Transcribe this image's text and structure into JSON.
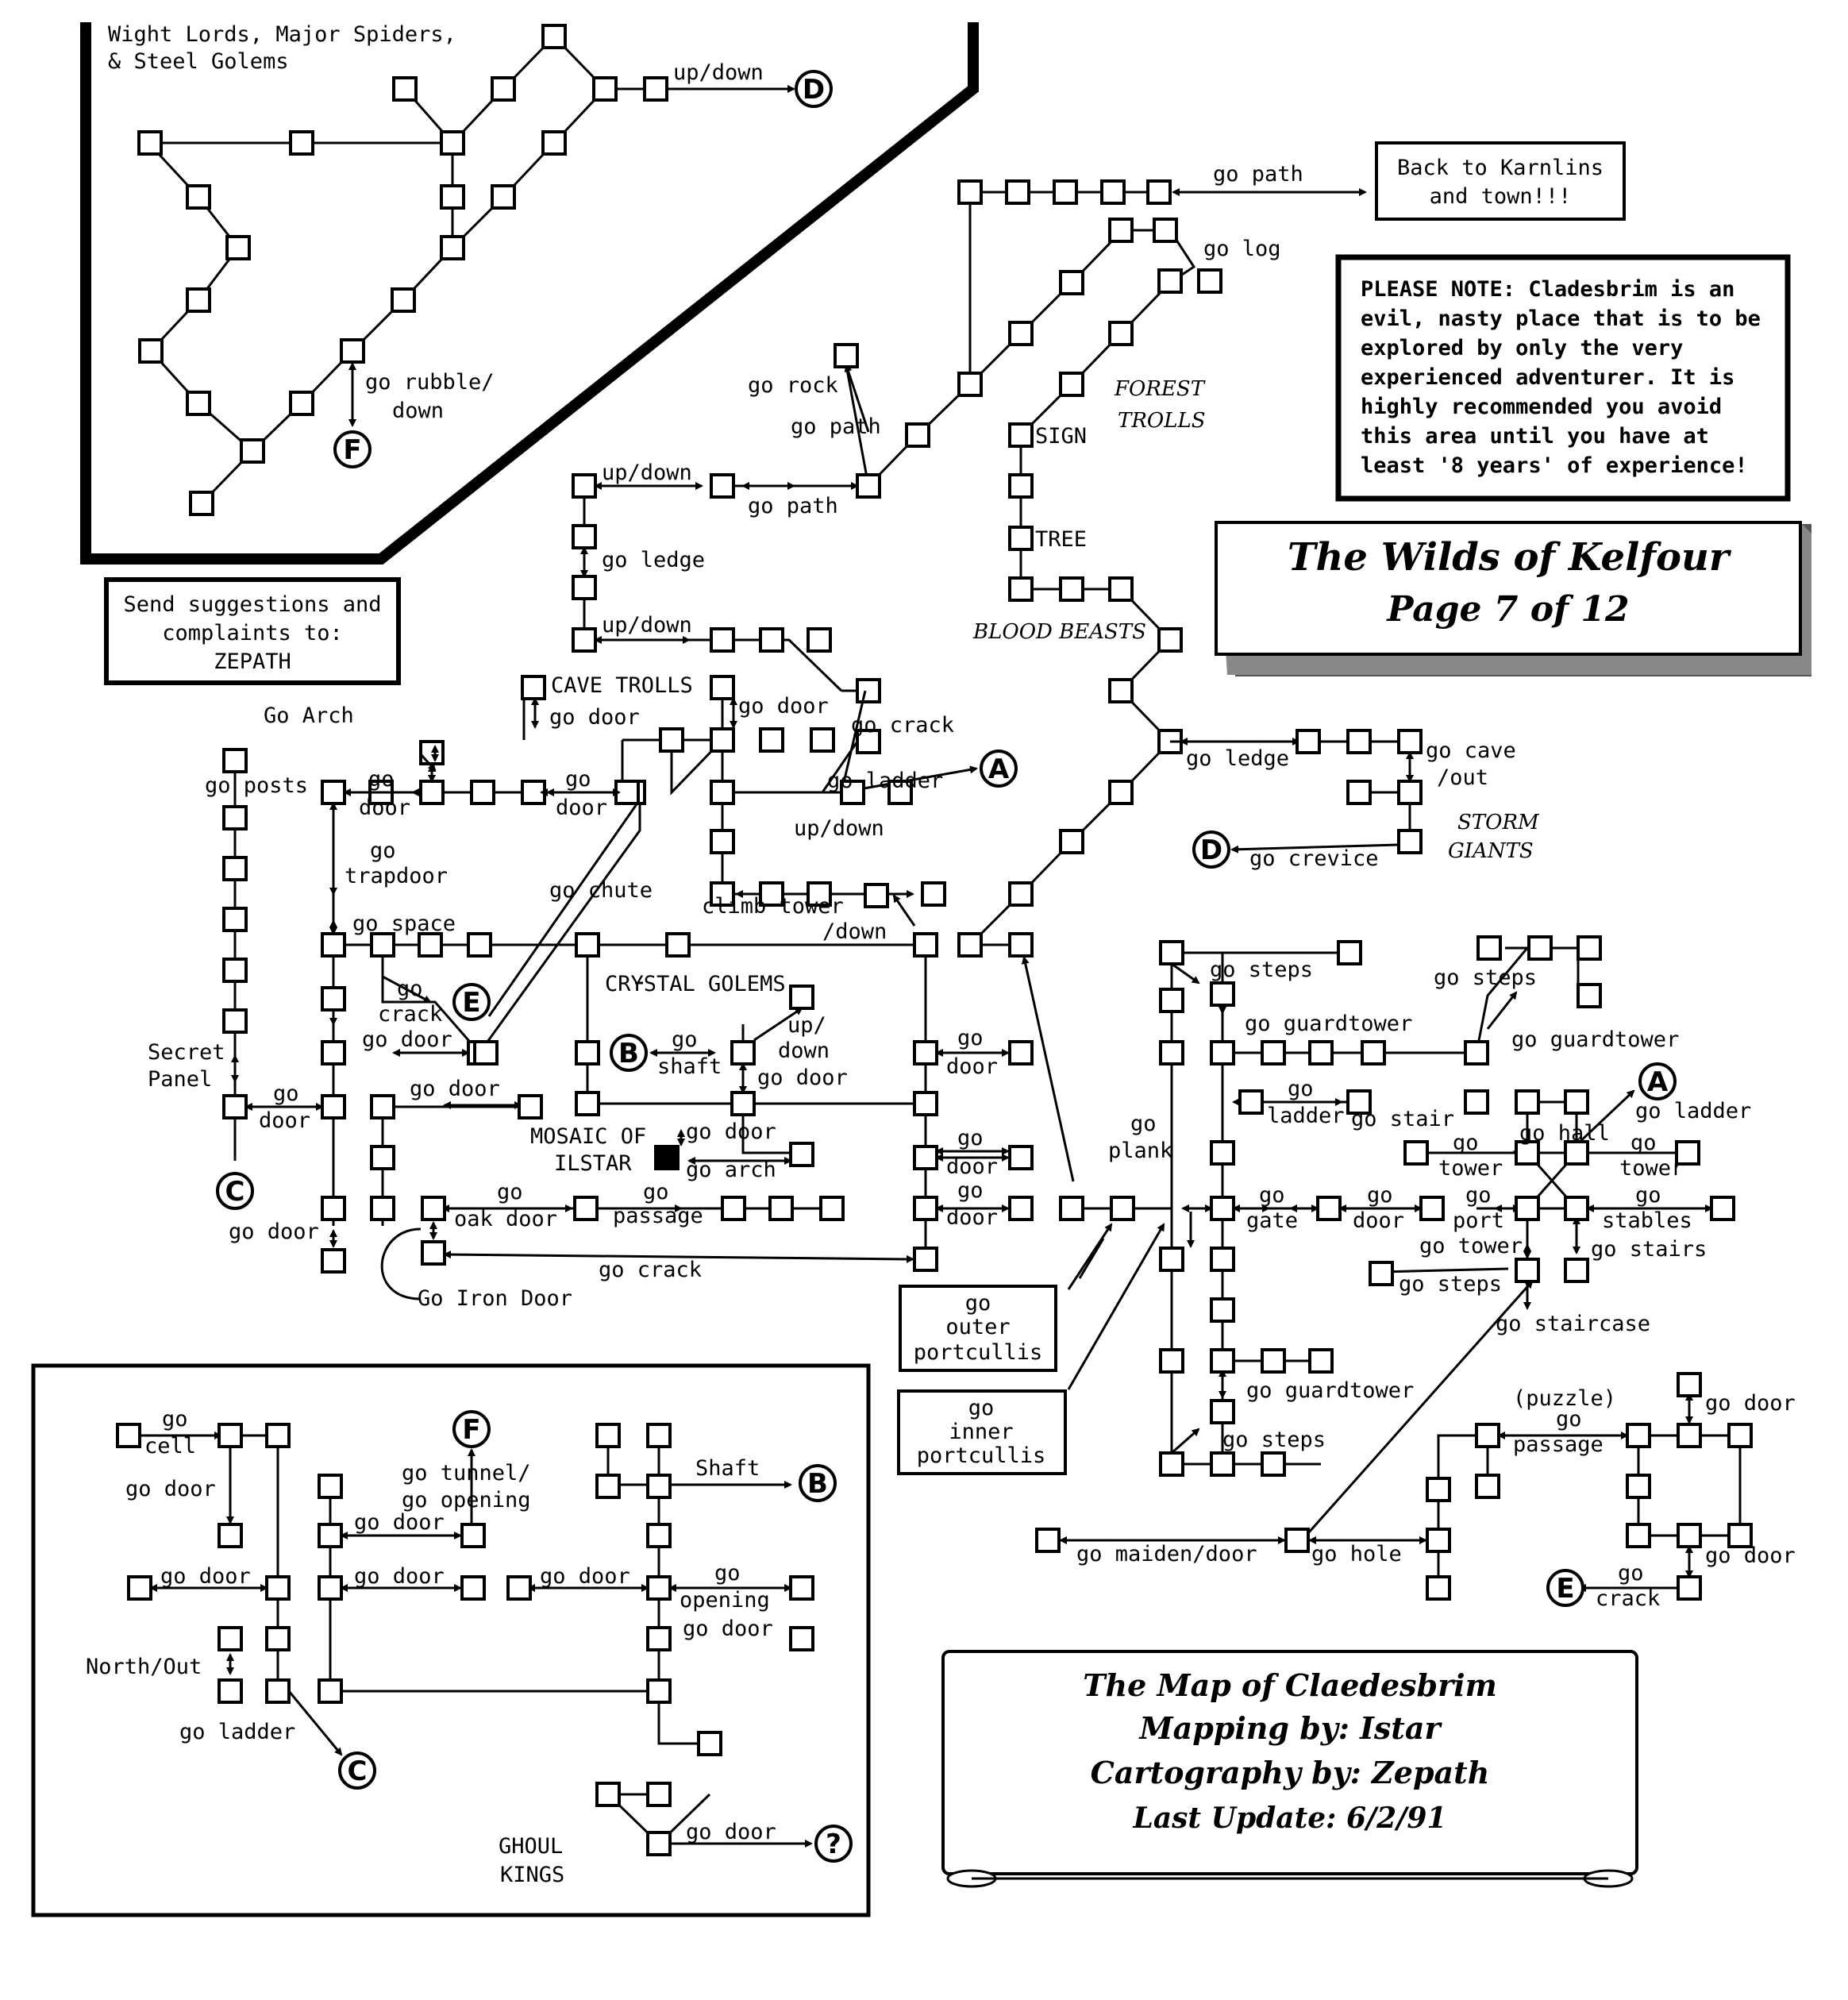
{
  "title_panel": {
    "line1": "The Wilds of Kelfour",
    "line2": "Page 7 of 12"
  },
  "credits": {
    "line1": "The Map of Claedesbrim",
    "line2": "Mapping by: Istar",
    "line3": "Cartography by: Zepath",
    "line4": "Last Update: 6/2/91"
  },
  "note": "PLEASE NOTE:  Cladesbrim is an evil, nasty place that is to be explored by only the very experienced adventurer. It is highly recommended you avoid this area until you have at least '8 years' of experience!",
  "back_box": {
    "line1": "Back to Karnlins",
    "line2": "and town!!!"
  },
  "suggest_box": {
    "line1": "Send suggestions and",
    "line2": "complaints to:",
    "line3": "ZEPATH"
  },
  "inset_top": {
    "label_line1": "Wight Lords, Major Spiders,",
    "label_line2": "& Steel Golems",
    "up_down": "up/down",
    "rubble1": "go rubble/",
    "rubble2": "down"
  },
  "markers": {
    "A": "A",
    "B": "B",
    "C": "C",
    "D": "D",
    "E": "E",
    "F": "F",
    "Q": "?"
  },
  "monsters": {
    "forest_trolls1": "FOREST",
    "forest_trolls2": "TROLLS",
    "blood_beasts": "BLOOD BEASTS",
    "storm_giants1": "STORM",
    "storm_giants2": "GIANTS",
    "cave_trolls": "CAVE TROLLS",
    "crystal_golems": "CRYSTAL GOLEMS",
    "ghoul_kings1": "GHOUL",
    "ghoul_kings2": "KINGS"
  },
  "labels": {
    "go_path_top": "go path",
    "go_log": "go log",
    "go_rock": "go rock",
    "go_path_mid": "go path",
    "sign": "SIGN",
    "tree": "TREE",
    "up_down_1": "up/down",
    "go_path_2": "go path",
    "go_ledge_1": "go ledge",
    "up_down_2": "up/down",
    "go_door_ct": "go door",
    "go_door_2": "go door",
    "go_crack_1": "go crack",
    "go_ladder_a": "go ladder",
    "go_ledge_2": "go ledge",
    "go_cave": "go cave",
    "out": "/out",
    "go_crevice": "go crevice",
    "go_arch": "Go Arch",
    "go_posts": "go posts",
    "go_door_3": "go",
    "go_door_3b": "door",
    "go_door_4": "go",
    "go_door_4b": "door",
    "up_down_3": "up/down",
    "go_trapdoor1": "go",
    "go_trapdoor2": "trapdoor",
    "go_chute": "go chute",
    "climb_tower": "climb tower",
    "down": "/down",
    "go_space": "go space",
    "go_crack_e1": "go",
    "go_crack_e2": "crack",
    "secret1": "Secret",
    "secret2": "Panel",
    "go_door_5": "go door",
    "go_shaft1": "go",
    "go_shaft2": "shaft",
    "up_down_4": "up/",
    "up_down_4b": "down",
    "go_door_6": "go door",
    "go_door_7a": "go",
    "go_door_7b": "door",
    "go_door_8": "go door",
    "mosaic1": "MOSAIC OF",
    "mosaic2": "ILSTAR",
    "go_door_9": "go door",
    "go_arch_2": "go arch",
    "go_door_r1a": "go",
    "go_door_r1b": "door",
    "go_door_r2a": "go",
    "go_door_r2b": "door",
    "go_door_r3a": "go",
    "go_door_r3b": "door",
    "go_door_r4a": "go",
    "go_door_r4b": "door",
    "go_oak1": "go",
    "go_oak2": "oak door",
    "go_passage1": "go",
    "go_passage2": "passage",
    "go_door_10": "go door",
    "go_crack_2": "go crack",
    "go_iron": "Go Iron Door",
    "go_outer1": "go",
    "go_outer2": "outer",
    "go_outer3": "portcullis",
    "go_inner1": "go",
    "go_inner2": "inner",
    "go_inner3": "portcullis",
    "go_plank1": "go",
    "go_plank2": "plank",
    "go_steps_1": "go steps",
    "go_guardtower_1": "go guardtower",
    "go_steps_2": "go steps",
    "go_guardtower_2": "go guardtower",
    "go_ladder_1a": "go",
    "go_ladder_1b": "ladder",
    "go_stair": "go stair",
    "go_hall": "go hall",
    "go_ladder_2": "go ladder",
    "go_tower_1a": "go",
    "go_tower_1b": "tower",
    "go_tower_2a": "go",
    "go_tower_2b": "tower",
    "go_gate1": "go",
    "go_gate2": "gate",
    "go_door_g1": "go",
    "go_door_g2": "door",
    "go_port1": "go",
    "go_port2": "port",
    "go_stables1": "go",
    "go_stables2": "stables",
    "go_tower_3": "go tower",
    "go_stairs": "go stairs",
    "go_steps_3": "go steps",
    "go_staircase": "go staircase",
    "go_guardtower_3": "go guardtower",
    "go_steps_4": "go steps",
    "puzzle": "(puzzle)",
    "go_passage_p1": "go",
    "go_passage_p2": "passage",
    "go_door_p1": "go door",
    "go_maiden": "go maiden/door",
    "go_hole": "go hole",
    "go_door_p2": "go door",
    "go_crack_p1": "go",
    "go_crack_p2": "crack"
  },
  "inset_bottom": {
    "go_cell1": "go",
    "go_cell2": "cell",
    "go_door_1": "go door",
    "go_tunnel1": "go tunnel/",
    "go_tunnel2": "go opening",
    "go_door_2": "go door",
    "go_door_3": "go door",
    "go_door_4": "go door",
    "go_door_5": "go door",
    "go_door_6": "go door",
    "shaft": "Shaft",
    "go_opening1": "go",
    "go_opening2": "opening",
    "go_door_7": "go door",
    "north_out": "North/Out",
    "go_ladder": "go ladder",
    "go_door_8": "go door"
  }
}
